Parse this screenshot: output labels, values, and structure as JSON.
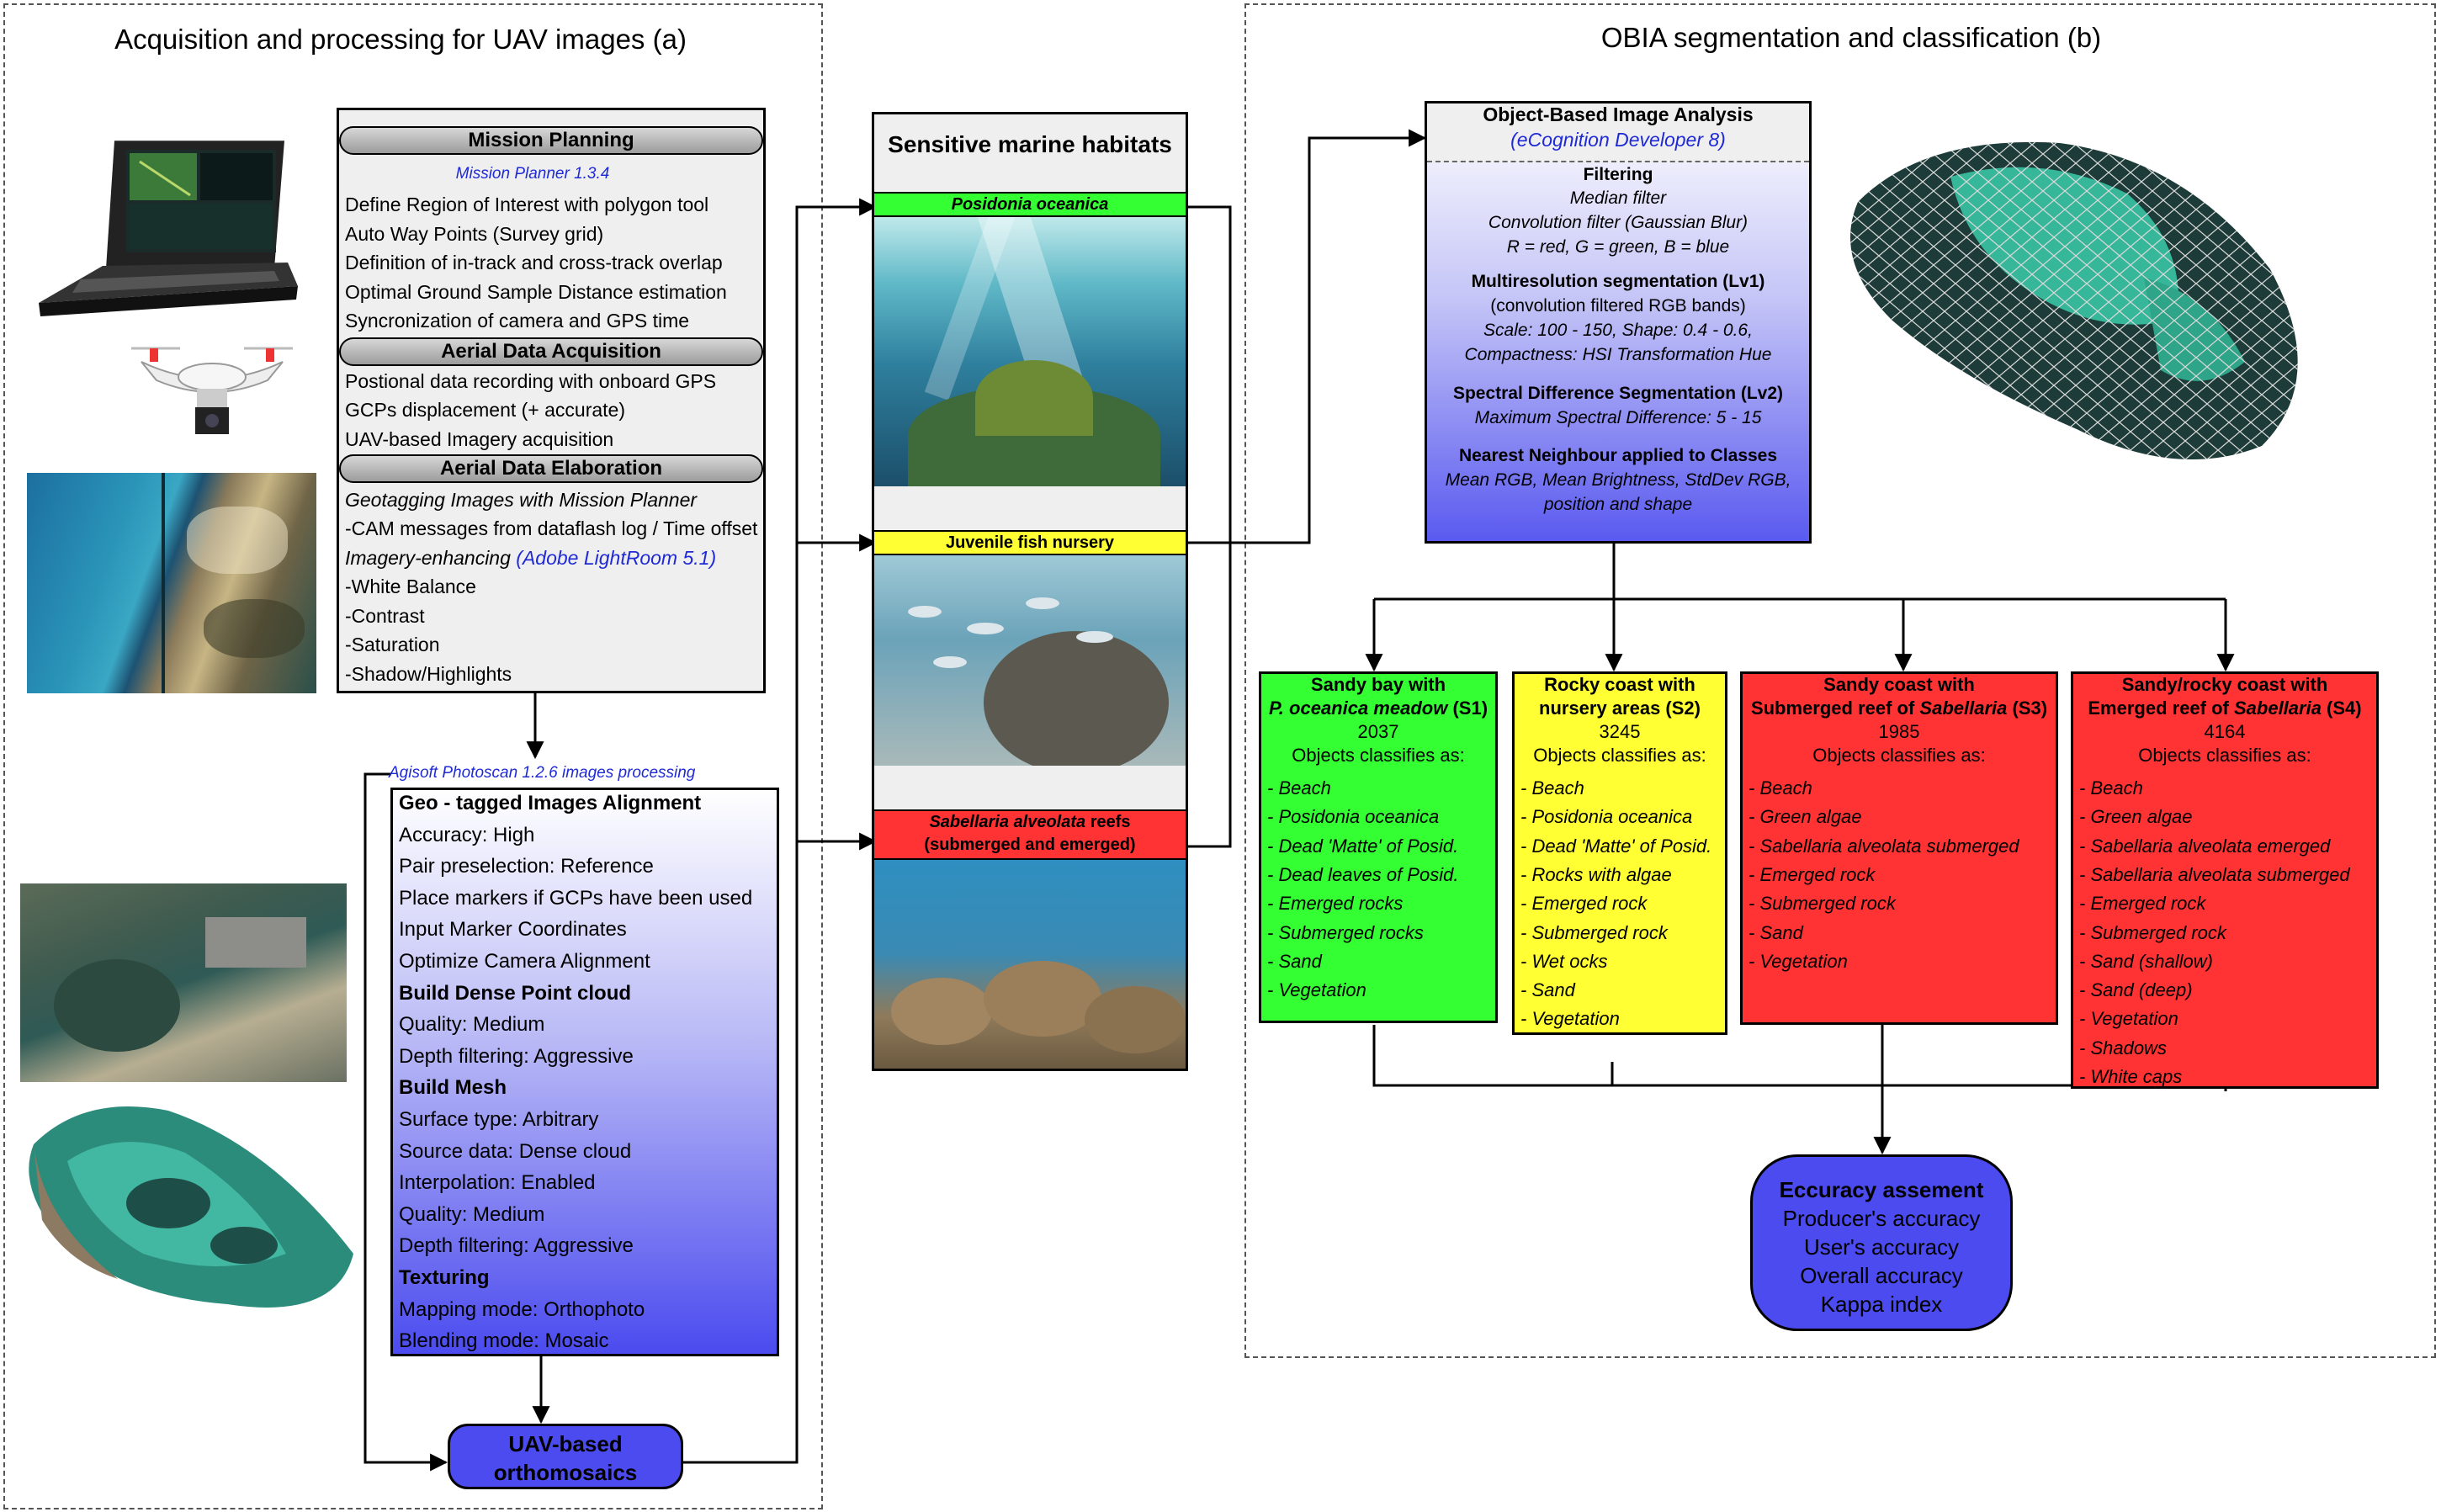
{
  "panel_a": {
    "title": "Acquisition and processing for UAV images (a)"
  },
  "panel_b": {
    "title": "OBIA segmentation and classification (b)"
  },
  "mission": {
    "h1": "Mission Planning",
    "software": "Mission Planner 1.3.4",
    "items1": [
      "Define Region of Interest with polygon tool",
      "Auto Way Points (Survey grid)",
      "Definition of in-track and cross-track overlap",
      "Optimal Ground Sample Distance estimation",
      "Syncronization of camera and GPS time"
    ],
    "h2": "Aerial Data Acquisition",
    "items2": [
      "Postional data recording with onboard GPS",
      "GCPs displacement (+ accurate)",
      "UAV-based Imagery acquisition"
    ],
    "h3": "Aerial Data Elaboration",
    "geotag": "Geotagging Images with Mission Planner",
    "cam": "-CAM messages from dataflash log / Time offset",
    "enh": "Imagery-enhancing ",
    "enh_sw": "(Adobe LightRoom 5.1)",
    "items3": [
      "-White Balance",
      "-Contrast",
      "-Saturation",
      "-Shadow/Highlights"
    ]
  },
  "photoscan": {
    "label": "Agisoft Photoscan 1.2.6 images processing",
    "lines": [
      {
        "text": "Geo - tagged Images Alignment",
        "bold": true
      },
      {
        "text": "Accuracy: High",
        "bold": false
      },
      {
        "text": "Pair preselection: Reference",
        "bold": false
      },
      {
        "text": "Place markers if GCPs have been used",
        "bold": false
      },
      {
        "text": "Input Marker Coordinates",
        "bold": false
      },
      {
        "text": "Optimize Camera Alignment",
        "bold": false
      },
      {
        "text": "Build Dense Point cloud",
        "bold": true
      },
      {
        "text": "Quality: Medium",
        "bold": false
      },
      {
        "text": "Depth filtering: Aggressive",
        "bold": false
      },
      {
        "text": "Build Mesh",
        "bold": true
      },
      {
        "text": "Surface type: Arbitrary",
        "bold": false
      },
      {
        "text": "Source data: Dense cloud",
        "bold": false
      },
      {
        "text": "Interpolation: Enabled",
        "bold": false
      },
      {
        "text": "Quality: Medium",
        "bold": false
      },
      {
        "text": "Depth filtering: Aggressive",
        "bold": false
      },
      {
        "text": "Texturing",
        "bold": true
      },
      {
        "text": "Mapping mode: Orthophoto",
        "bold": false
      },
      {
        "text": "Blending mode: Mosaic",
        "bold": false
      }
    ]
  },
  "ortho": {
    "line1": "UAV-based",
    "line2": "orthomosaics"
  },
  "habitats": {
    "title": "Sensitive marine habitats",
    "h1": "Posidonia oceanica",
    "h2": "Juvenile fish nursery",
    "h3a": "Sabellaria alveolata",
    "h3b": " reefs",
    "h3c": "(submerged and emerged)"
  },
  "obia": {
    "title": "Object-Based Image Analysis",
    "software": "(eCognition Developer 8)",
    "filtering": "Filtering",
    "f1": "Median filter",
    "f2": "Convolution filter (Gaussian Blur)",
    "f3": "R = red, G = green, B = blue",
    "seg1": "Multiresolution segmentation (Lv1)",
    "seg1a": "(convolution filtered RGB bands)",
    "seg1b": "Scale: 100 - 150, Shape: 0.4 - 0.6,",
    "seg1c": "Compactness: HSI Transformation Hue",
    "seg2": "Spectral Difference Segmentation (Lv2)",
    "seg2a": "Maximum Spectral Difference: 5 - 15",
    "nn": "Nearest Neighbour applied to Classes",
    "nn1": "Mean RGB, Mean Brightness, StdDev RGB,",
    "nn2": "position and shape"
  },
  "sites": [
    {
      "l1": "Sandy bay with",
      "l2a": "P. oceanica meadow",
      "l2b": " (S1)",
      "n": "2037",
      "obj": "Objects  classifies as:",
      "items": [
        "- Beach",
        "- Posidonia oceanica",
        "- Dead 'Matte' of Posid.",
        "- Dead leaves of Posid.",
        "- Emerged rocks",
        "- Submerged rocks",
        "- Sand",
        "- Vegetation"
      ]
    },
    {
      "l1": "Rocky coast with",
      "l2a": "nursery areas  (S2)",
      "l2b": "",
      "n": "3245",
      "obj": "Objects  classifies as:",
      "items": [
        "- Beach",
        "- Posidonia oceanica",
        "- Dead 'Matte' of Posid.",
        "- Rocks with algae",
        "- Emerged rock",
        "- Submerged rock",
        "- Wet ocks",
        "- Sand",
        "- Vegetation"
      ]
    },
    {
      "l1": "Sandy coast with",
      "l2a": "Submerged reef of ",
      "l2b": "Sabellaria",
      "l2c": " (S3)",
      "n": "1985",
      "obj": "Objects  classifies as:",
      "items": [
        "- Beach",
        "- Green algae",
        "- Sabellaria alveolata submerged",
        "- Emerged rock",
        "- Submerged rock",
        "- Sand",
        "- Vegetation"
      ]
    },
    {
      "l1": "Sandy/rocky coast with",
      "l2a": "Emerged reef of ",
      "l2b": "Sabellaria",
      "l2c": " (S4)",
      "n": "4164",
      "obj": "Objects  classifies as:",
      "items": [
        "- Beach",
        "- Green algae",
        "- Sabellaria alveolata emerged",
        "- Sabellaria alveolata submerged",
        "- Emerged rock",
        "- Submerged rock",
        "- Sand (shallow)",
        "- Sand (deep)",
        "- Vegetation",
        "- Shadows",
        "- White caps"
      ]
    }
  ],
  "accuracy": {
    "title": "Eccuracy assement",
    "items": [
      "Producer's accuracy",
      "User's accuracy",
      "Overall accuracy",
      "Kappa index"
    ]
  },
  "colors": {
    "green": "#33ff33",
    "yellow": "#ffff33",
    "red": "#ff3333",
    "blue": "#4b4bef"
  }
}
